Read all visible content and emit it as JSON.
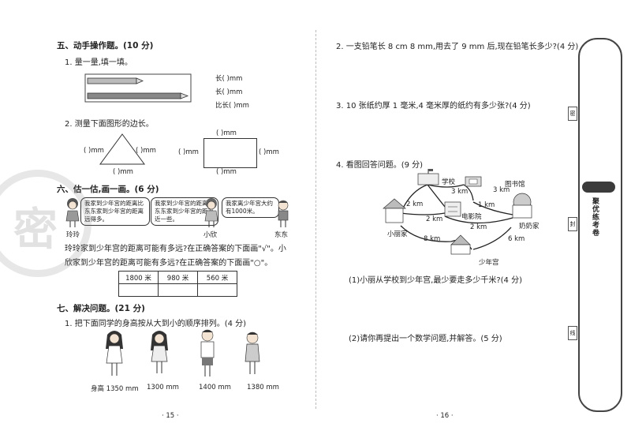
{
  "left": {
    "sec5": {
      "title": "五、动手操作题。(10 分)",
      "q1": "1. 量一量,填一填。",
      "pencil_labels": [
        "长(      )mm",
        "长(      )mm",
        "比长(      )mm"
      ],
      "q2": "2. 测量下面图形的边长。",
      "triangle_labels": [
        "(    )mm",
        "(    )mm",
        "(    )mm"
      ],
      "rect_labels": [
        "(    )mm",
        "(    )mm",
        "(    )mm",
        "(    )mm"
      ]
    },
    "sec6": {
      "title": "六、估一估,画一画。(6 分)",
      "bubbles": [
        "我家到少年宫的距离比东东家到少年宫的距离远得多。",
        "我家到少年宫的距离比东东家到少年宫的距离近一些。",
        "我家离少年宫大约有1000米。"
      ],
      "names": [
        "玲玲",
        "小欣",
        "东东"
      ],
      "text1": "玲玲家到少年宫的距离可能有多远?在正确答案的下面画\"√\"。小",
      "text2": "欣家到少年宫的距离可能有多远?在正确答案的下面画\"○\"。",
      "table": [
        "1800 米",
        "980 米",
        "560 米"
      ]
    },
    "sec7": {
      "title": "七、解决问题。(21 分)",
      "q1": "1. 把下面同学的身高按从大到小的顺序排列。(4 分)",
      "heights": [
        "身高 1350 mm",
        "1300 mm",
        "1400 mm",
        "1380 mm"
      ]
    },
    "page_number": "· 15 ·"
  },
  "right": {
    "q2": "2. 一支铅笔长 8 cm 8 mm,用去了 9 mm 后,现在铅笔长多少?(4 分)",
    "q3": "3. 10 张纸约厚 1 毫米,4 毫米厚的纸约有多少张?(4 分)",
    "q4": "4. 看图回答问题。(9 分)",
    "map": {
      "places": [
        "学校",
        "图书馆",
        "电影院",
        "小丽家",
        "奶奶家",
        "少年宫"
      ],
      "distances": [
        "3 km",
        "2 km",
        "1 km",
        "2 km",
        "2 km",
        "8 km",
        "6 km",
        "3 km"
      ]
    },
    "sub1": "(1)小丽从学校到少年宫,最少要走多少千米?(4 分)",
    "sub2": "(2)请你再提出一个数学问题,并解答。(5 分)",
    "page_number": "· 16 ·"
  },
  "sidebar": {
    "boxes": [
      "密",
      "封",
      "线"
    ],
    "brand": "聚优练考卷"
  },
  "stamp": {
    "text": "密"
  }
}
